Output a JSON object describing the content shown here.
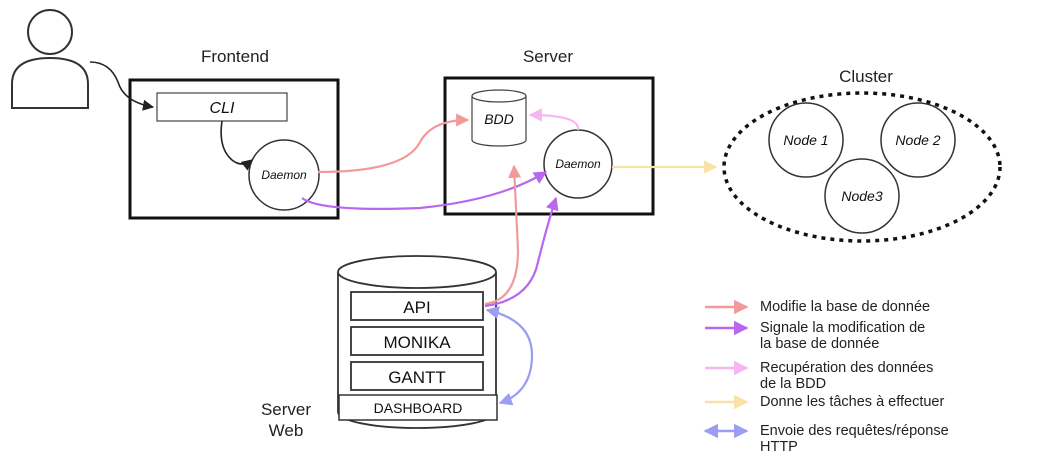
{
  "frontend": {
    "title": "Frontend",
    "cli": "CLI",
    "daemon": "Daemon"
  },
  "server": {
    "title": "Server",
    "bdd": "BDD",
    "daemon": "Daemon"
  },
  "cluster": {
    "title": "Cluster",
    "nodes": [
      "Node 1",
      "Node 2",
      "Node3"
    ]
  },
  "server_web": {
    "title_line1": "Server",
    "title_line2": "Web",
    "modules": [
      "API",
      "MONIKA",
      "GANTT",
      "DASHBOARD"
    ]
  },
  "colors": {
    "modify": "#f19a9a",
    "signal": "#b967ee",
    "retrieve": "#f7b6f3",
    "tasks": "#f8e2a6",
    "http": "#9c9cf5"
  },
  "legend": [
    {
      "color_key": "modify",
      "lines": [
        "Modifie la base de donnée"
      ],
      "bidirectional": false
    },
    {
      "color_key": "signal",
      "lines": [
        "Signale la modification de",
        "la base de donnée"
      ],
      "bidirectional": false
    },
    {
      "color_key": "retrieve",
      "lines": [
        "Recupération des données",
        "de la BDD"
      ],
      "bidirectional": false
    },
    {
      "color_key": "tasks",
      "lines": [
        "Donne les tâches à effectuer"
      ],
      "bidirectional": false
    },
    {
      "color_key": "http",
      "lines": [
        "Envoie des requêtes/réponse",
        "HTTP"
      ],
      "bidirectional": true
    }
  ]
}
